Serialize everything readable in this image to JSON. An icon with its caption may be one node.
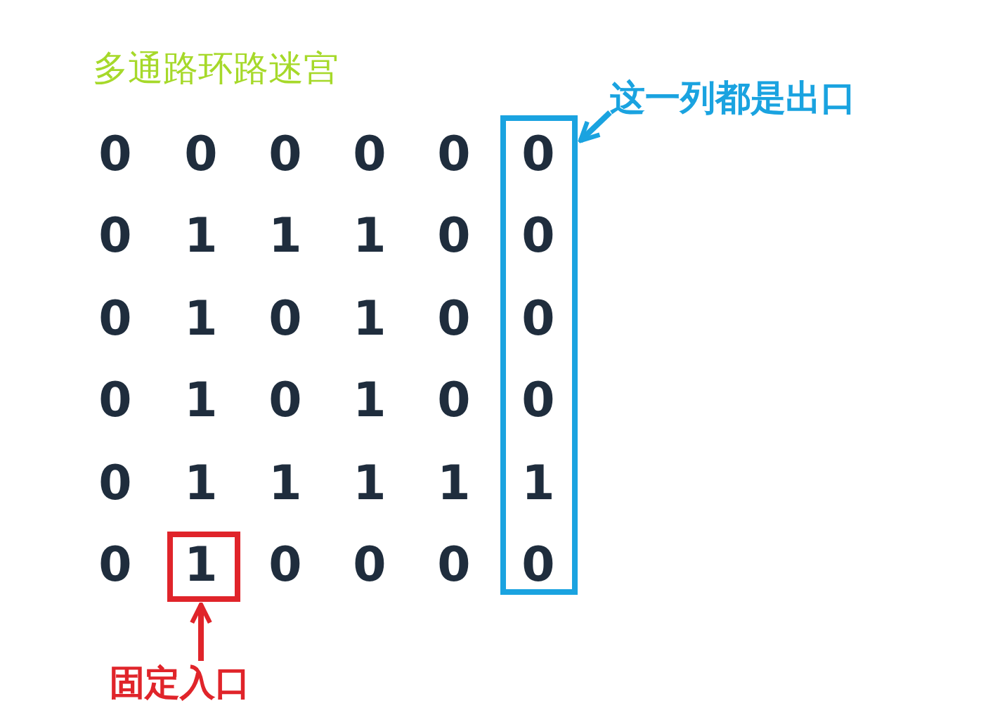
{
  "diagram": {
    "title": "多通路环路迷宫",
    "nodes": [
      {
        "text": [
          "这一列都是出口"
        ]
      },
      {
        "text": [
          "0",
          "0",
          "0",
          "0",
          "1",
          "0"
        ]
      },
      {
        "text": [
          "1"
        ]
      },
      {
        "text": [
          "固定入口"
        ]
      }
    ],
    "edges": [
      {
        "from": 0,
        "to": 1,
        "arrow": "to",
        "color": "#1aa3e0"
      },
      {
        "from": 3,
        "to": 2,
        "arrow": "to",
        "color": "#e0242a"
      }
    ],
    "labels": [
      "0",
      "0",
      "0",
      "0",
      "0",
      "0",
      "1",
      "1",
      "1",
      "0",
      "0",
      "1",
      "0",
      "1",
      "0",
      "0",
      "1",
      "0",
      "1",
      "0",
      "0",
      "1",
      "1",
      "1",
      "1",
      "0",
      "0",
      "0",
      "0"
    ]
  }
}
